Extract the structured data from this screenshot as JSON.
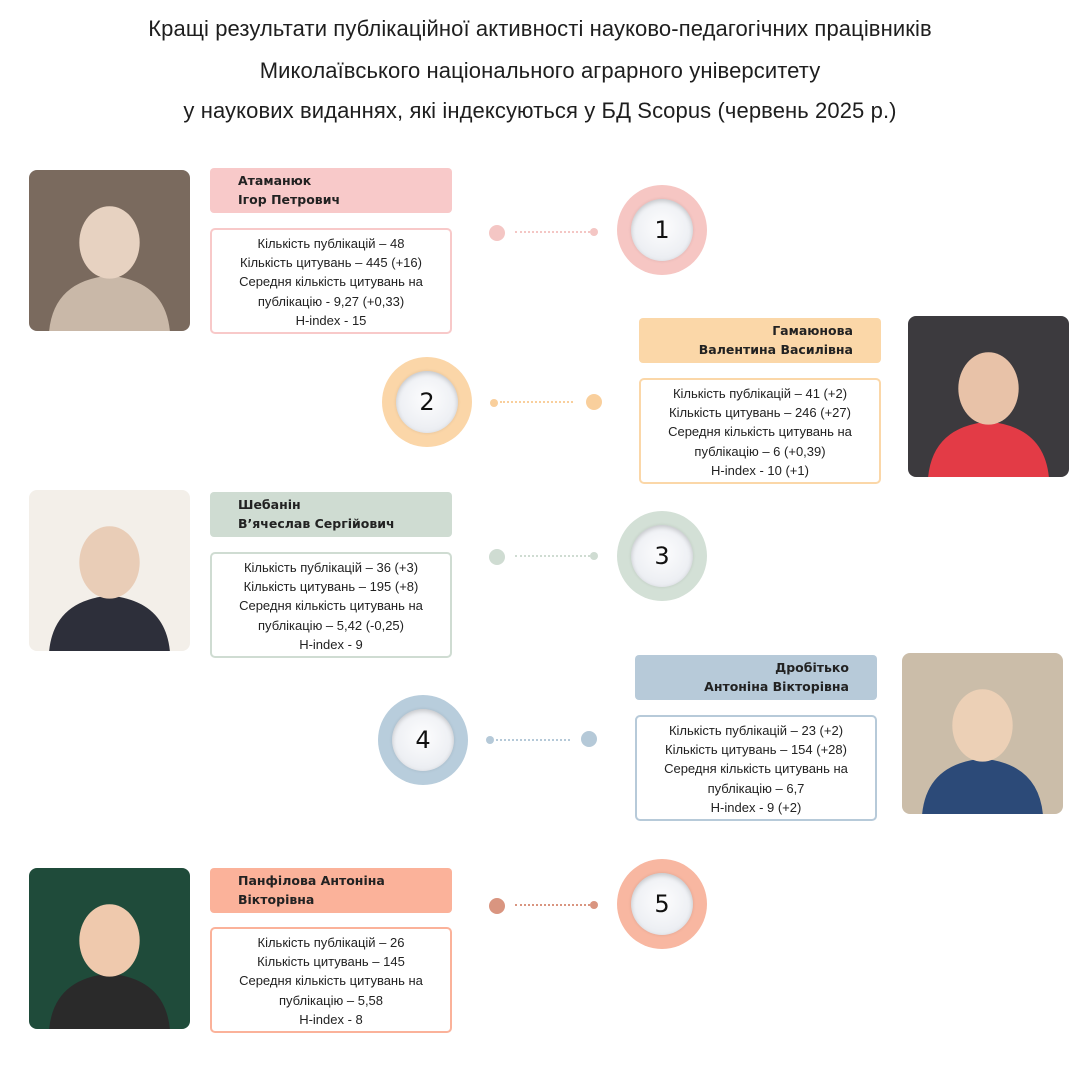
{
  "title": {
    "line1": "Кращі результати публікаційної активності науково-педагогічних працівників",
    "line2": "Миколаївського національного аграрного університету",
    "line3": "у наукових виданнях, які індексуються у БД Scopus (червень 2025 р.)"
  },
  "people": [
    {
      "rank": "1",
      "name_line1": "Атаманюк",
      "name_line2": "Ігор Петрович",
      "stats": [
        "Кількість публікацій – 48",
        "Кількість цитувань – 445 (+16)",
        "Середня кількість цитувань на",
        "публікацію - 9,27 (+0,33)",
        "H-index - 15"
      ],
      "color": "#f8c9c9",
      "ring_color": "#f6c6c3",
      "dot_color": "#f4c6c4"
    },
    {
      "rank": "2",
      "name_line1": "Гамаюнова",
      "name_line2": "Валентина Василівна",
      "stats": [
        "Кількість публікацій – 41 (+2)",
        "Кількість цитувань – 246 (+27)",
        "Середня кількість цитувань на",
        "публікацію – 6 (+0,39)",
        "H-index - 10 (+1)"
      ],
      "color": "#fbd7a8",
      "ring_color": "#fbd6a8",
      "dot_color": "#f9cf9c"
    },
    {
      "rank": "3",
      "name_line1": "Шебанін",
      "name_line2": "В’ячеслав Сергійович",
      "stats": [
        "Кількість публікацій – 36 (+3)",
        "Кількість цитувань – 195 (+8)",
        "Середня кількість цитувань на",
        "публікацію – 5,42 (-0,25)",
        "H-index - 9"
      ],
      "color": "#cfdcd2",
      "ring_color": "#d3e0d6",
      "dot_color": "#cfdcd2"
    },
    {
      "rank": "4",
      "name_line1": "Дробітько",
      "name_line2": "Антоніна Вікторівна",
      "stats": [
        "Кількість публікацій – 23 (+2)",
        "Кількість цитувань – 154 (+28)",
        "Середня кількість цитувань на",
        "публікацію – 6,7",
        "H-index - 9 (+2)"
      ],
      "color": "#b7cad9",
      "ring_color": "#b8cddc",
      "dot_color": "#b5c9d8"
    },
    {
      "rank": "5",
      "name_line1": "Панфілова Антоніна",
      "name_line2": "Вікторівна",
      "stats": [
        "Кількість публікацій – 26",
        "Кількість цитувань – 145",
        "Середня кількість цитувань на",
        "публікацію – 5,58",
        "H-index - 8"
      ],
      "color": "#fbb29a",
      "ring_color": "#f8b7a1",
      "dot_color": "#d99580"
    }
  ]
}
